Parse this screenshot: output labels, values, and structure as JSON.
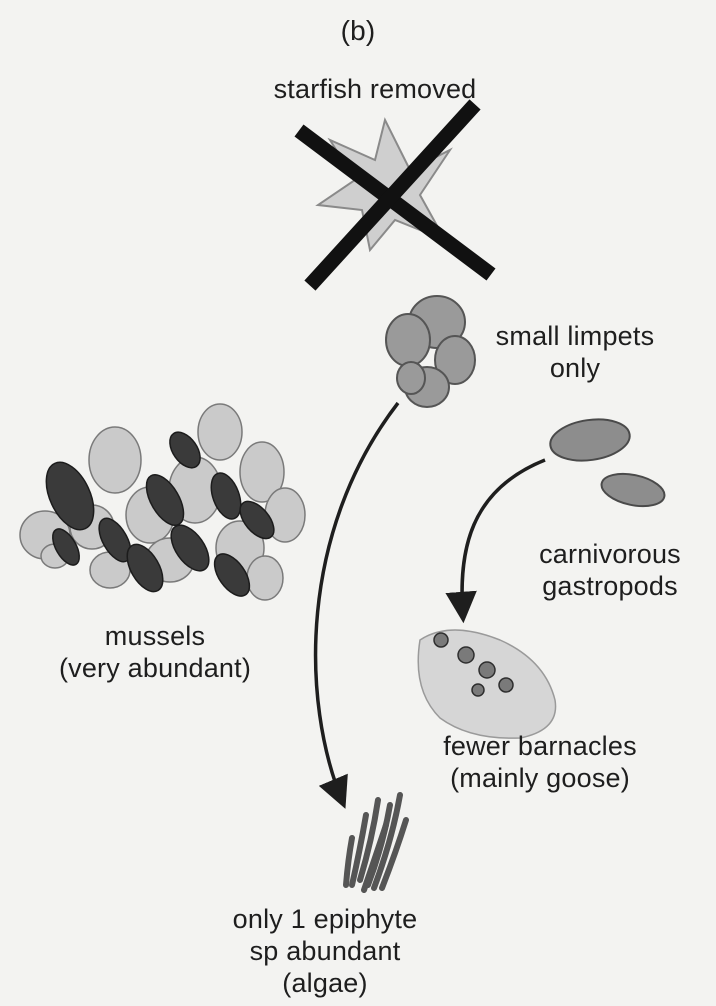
{
  "panel_label": "(b)",
  "organisms": {
    "starfish": "starfish removed",
    "limpets": [
      "small limpets",
      "only"
    ],
    "gastropods": [
      "carnivorous",
      "gastropods"
    ],
    "mussels": [
      "mussels",
      "(very abundant)"
    ],
    "barnacles": [
      "fewer barnacles",
      "(mainly goose)"
    ],
    "algae": [
      "only 1 epiphyte",
      "sp abundant",
      "(algae)"
    ]
  },
  "colors": {
    "background": "#f3f3f1",
    "ink": "#1e1e1e",
    "starfish_fill": "#cfcfcf",
    "limpet_fill": "#9a9a9a",
    "mussel_dark": "#3a3a3a",
    "mussel_light": "#c9c9c9",
    "algae_fill": "#6e6e6e"
  },
  "icons": [
    "starfish-icon",
    "removal-cross-icon",
    "limpets-icon",
    "gastropods-icon",
    "mussels-icon",
    "barnacles-icon",
    "algae-icon"
  ]
}
